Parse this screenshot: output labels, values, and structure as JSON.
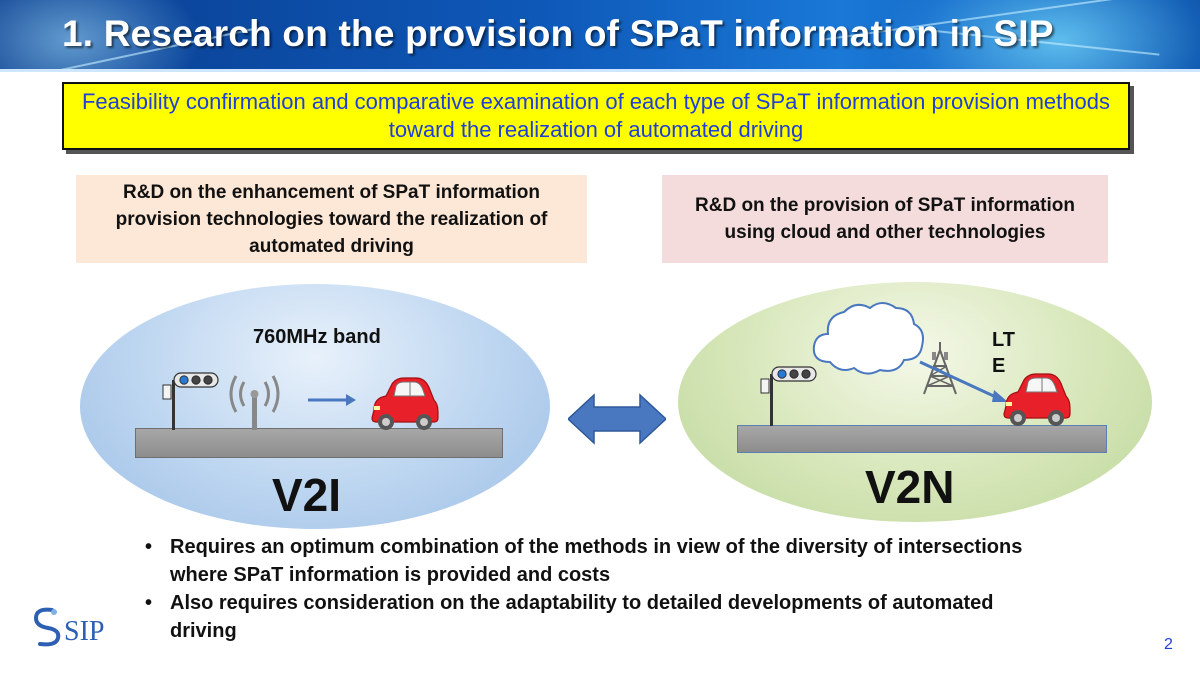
{
  "slide": {
    "title": "1. Research on the provision of SPaT information in SIP",
    "highlight_text": "Feasibility confirmation and comparative examination of each type of SPaT information provision methods toward the realization of automated driving",
    "left_section": {
      "heading": "R&D on the enhancement of SPaT information provision technologies toward the realization of automated driving",
      "band_label": "760MHz band",
      "method_label": "V2I"
    },
    "right_section": {
      "heading": "R&D on the provision of SPaT information using cloud and other technologies",
      "network_label": "LTE",
      "method_label": "V2N"
    },
    "bullets": [
      "Requires an optimum combination of the methods in view of the diversity of intersections where SPaT information is provided and costs",
      "Also requires consideration on the adaptability to detailed developments of automated driving"
    ],
    "logo_text": "SIP",
    "page_number": "2"
  },
  "colors": {
    "banner": "#0e58b8",
    "highlight_bg": "#ffff00",
    "highlight_text": "#1f3fd6",
    "left_section_bg": "#fde7d7",
    "right_section_bg": "#f4dcdc",
    "v2i_ellipse": "#bcd5f0",
    "v2n_ellipse": "#d6e6b8",
    "car": "#e8202a",
    "arrow": "#4a78c0",
    "logo": "#2d5fb3"
  },
  "icons": [
    "traffic-light-icon",
    "antenna-icon",
    "signal-arrow-icon",
    "car-icon",
    "cloud-icon",
    "cell-tower-icon",
    "double-arrow-icon"
  ]
}
